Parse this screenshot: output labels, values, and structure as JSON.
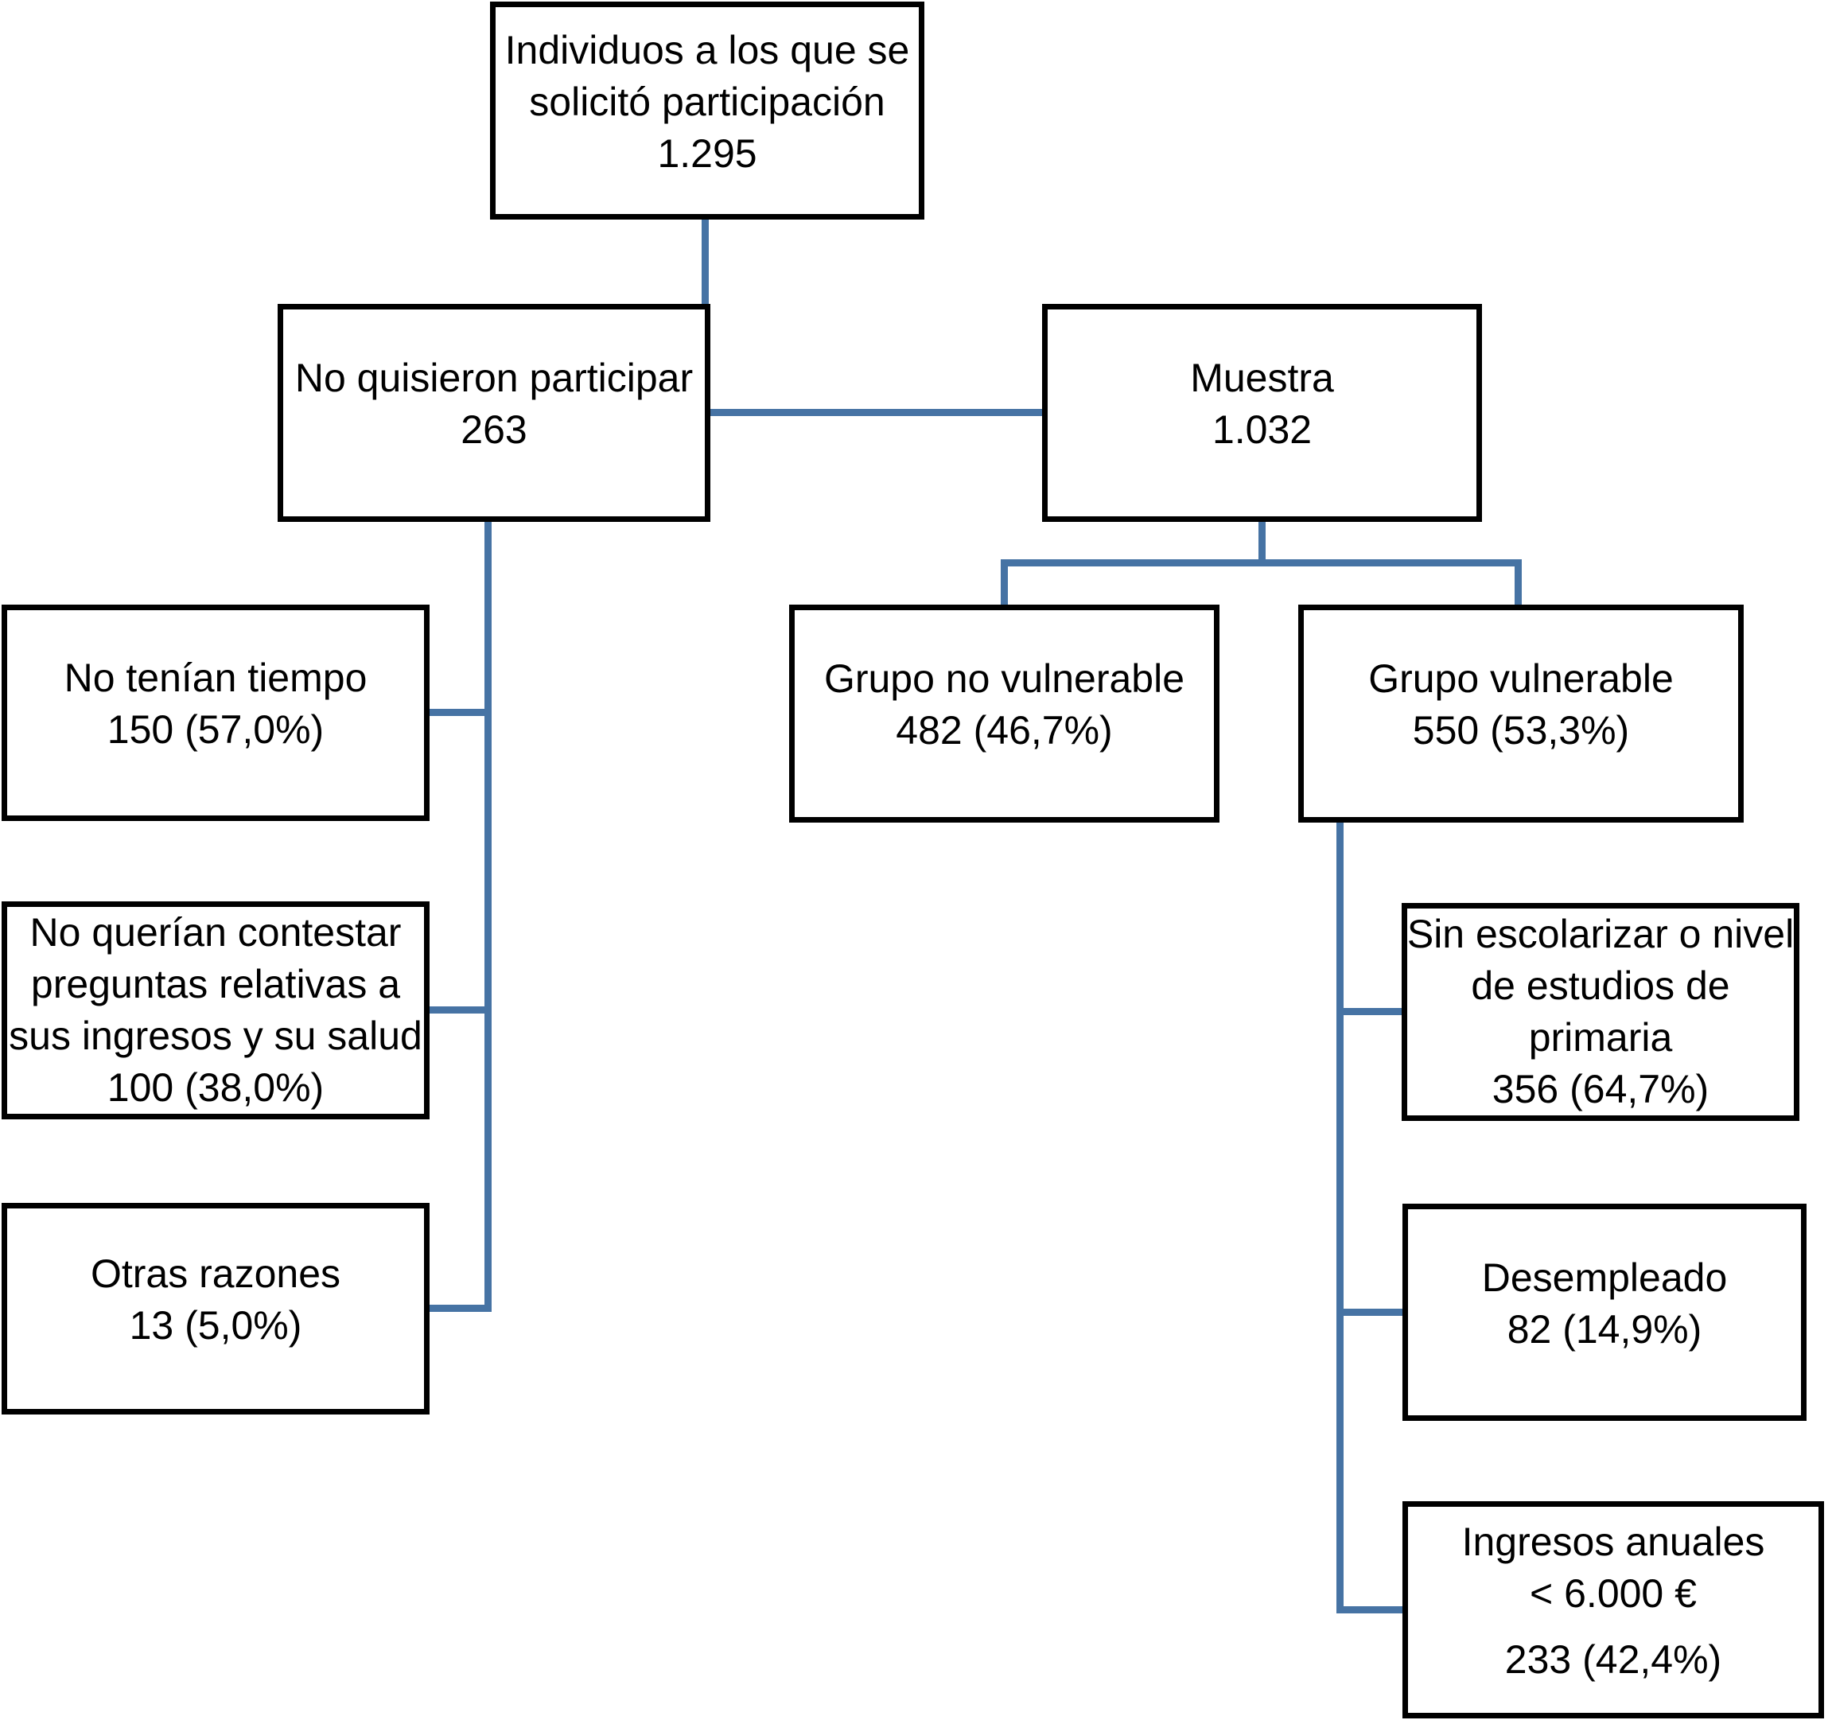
{
  "colors": {
    "connector": "#4673a4",
    "box_border": "#000000",
    "box_fill": "#ffffff",
    "background": "#ffffff",
    "text": "#000000"
  },
  "nodes": {
    "solicited": {
      "lines": [
        "Individuos a los que se",
        "solicitó participación",
        "1.295"
      ]
    },
    "declined": {
      "lines": [
        "No quisieron participar",
        "263"
      ]
    },
    "sample": {
      "lines": [
        "Muestra",
        "1.032"
      ]
    },
    "no_time": {
      "lines": [
        "No tenían tiempo",
        "150 (57,0%)"
      ]
    },
    "no_answer": {
      "lines": [
        "No querían contestar",
        "preguntas relativas a",
        "sus ingresos y su salud",
        "100 (38,0%)"
      ]
    },
    "other_reasons": {
      "lines": [
        "Otras razones",
        "13 (5,0%)"
      ]
    },
    "non_vulnerable": {
      "lines": [
        "Grupo no vulnerable",
        "482 (46,7%)"
      ]
    },
    "vulnerable": {
      "lines": [
        "Grupo vulnerable",
        "550 (53,3%)"
      ]
    },
    "no_schooling": {
      "lines": [
        "Sin escolarizar o nivel",
        "de estudios de",
        "primaria",
        "356 (64,7%)"
      ]
    },
    "unemployed": {
      "lines": [
        "Desempleado",
        "82 (14,9%)"
      ]
    },
    "low_income": {
      "lines": [
        "Ingresos anuales",
        "< 6.000 €",
        "233 (42,4%)"
      ]
    }
  }
}
